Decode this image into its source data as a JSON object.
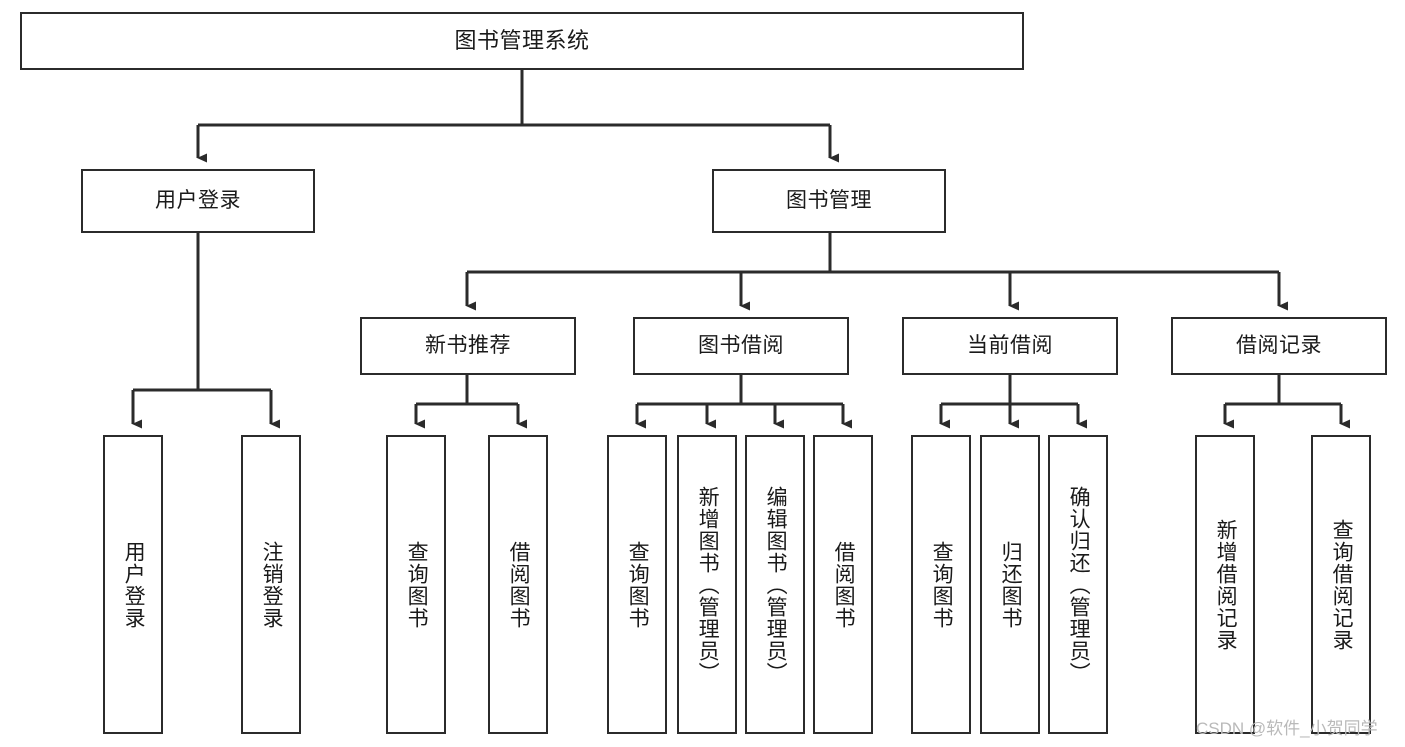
{
  "diagram": {
    "title": "图书管理系统",
    "type": "tree-hierarchy-diagram",
    "colors": {
      "box_border": "#2b2b2b",
      "box_fill": "#ffffff",
      "connector": "#2b2b2b",
      "text": "#1a1a1a",
      "watermark": "#b9b9b9"
    },
    "nodes": {
      "root": {
        "label": "图书管理系统"
      },
      "level2": [
        {
          "label": "用户登录"
        },
        {
          "label": "图书管理"
        }
      ],
      "level3": [
        {
          "label": "新书推荐"
        },
        {
          "label": "图书借阅"
        },
        {
          "label": "当前借阅"
        },
        {
          "label": "借阅记录"
        }
      ],
      "leaves": {
        "user_login": [
          {
            "label": "用户登录"
          },
          {
            "label": "注销登录"
          }
        ],
        "new_book_recommend": [
          {
            "label": "查询图书"
          },
          {
            "label": "借阅图书"
          }
        ],
        "book_borrow": [
          {
            "label": "查询图书"
          },
          {
            "label": "新增图书（管理员）"
          },
          {
            "label": "编辑图书（管理员）"
          },
          {
            "label": "借阅图书"
          }
        ],
        "current_borrow": [
          {
            "label": "查询图书"
          },
          {
            "label": "归还图书"
          },
          {
            "label": "确认归还（管理员）"
          }
        ],
        "borrow_record": [
          {
            "label": "新增借阅记录"
          },
          {
            "label": "查询借阅记录"
          }
        ]
      }
    },
    "watermark": "CSDN @软件_小贺同学"
  }
}
